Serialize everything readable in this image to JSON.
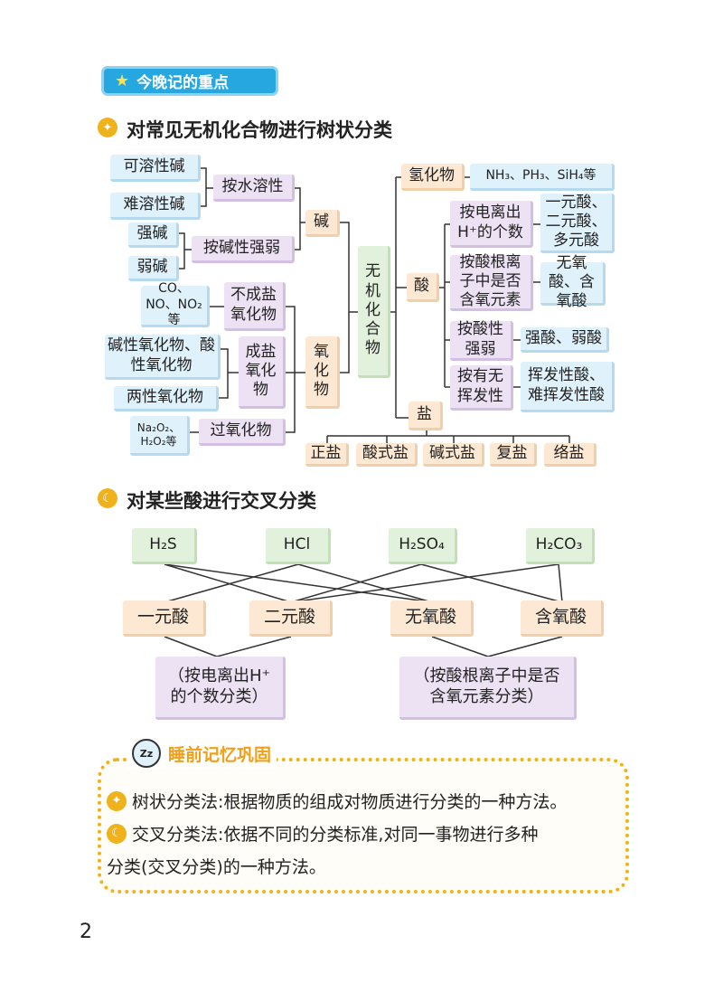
{
  "banner": {
    "label": "今晚记的重点"
  },
  "section1": {
    "heading": "对常见无机化合物进行树状分类",
    "root": "无机化合物",
    "base": {
      "label": "碱",
      "by_solubility": {
        "label": "按水溶性",
        "items": [
          "可溶性碱",
          "难溶性碱"
        ]
      },
      "by_strength": {
        "label": "按碱性强弱",
        "items": [
          "强碱",
          "弱碱"
        ]
      }
    },
    "oxide": {
      "label": "氧化物",
      "non_salt": {
        "label": "不成盐氧化物",
        "example": "CO、NO、NO₂等"
      },
      "salt": {
        "label": "成盐氧化物",
        "items": [
          "碱性氧化物、酸性氧化物",
          "两性氧化物"
        ]
      },
      "peroxide": {
        "label": "过氧化物",
        "example": "Na₂O₂、H₂O₂等"
      }
    },
    "hydride": {
      "label": "氢化物",
      "example": "NH₃、PH₃、SiH₄等"
    },
    "acid": {
      "label": "酸",
      "by_h": {
        "label": "按电离出H⁺的个数",
        "items": "一元酸、二元酸、多元酸"
      },
      "by_oxygen": {
        "label": "按酸根离子中是否含氧元素",
        "items": "无氧酸、含氧酸"
      },
      "by_strength": {
        "label": "按酸性强弱",
        "items": "强酸、弱酸"
      },
      "by_volatility": {
        "label": "按有无挥发性",
        "items": "挥发性酸、难挥发性酸"
      }
    },
    "salt": {
      "label": "盐",
      "items": [
        "正盐",
        "酸式盐",
        "碱式盐",
        "复盐",
        "络盐"
      ]
    }
  },
  "section2": {
    "heading": "对某些酸进行交叉分类",
    "acids": [
      "H₂S",
      "HCl",
      "H₂SO₄",
      "H₂CO₃"
    ],
    "classes": [
      "一元酸",
      "二元酸",
      "无氧酸",
      "含氧酸"
    ],
    "criteria": [
      "（按电离出H⁺的个数分类）",
      "（按酸根离子中是否含氧元素分类）"
    ]
  },
  "memo": {
    "title": "睡前记忆巩固",
    "line1": "树状分类法:根据物质的组成对物质进行分类的一种方法。",
    "line2": "交叉分类法:依据不同的分类标准,对同一事物进行多种",
    "line3": "分类(交叉分类)的一种方法。"
  },
  "page_number": "2",
  "colors": {
    "banner": "#27a7df",
    "accent": "#f0b21a",
    "blue_box": "#dff1fb",
    "purple_box": "#ede2f4",
    "peach_box": "#fde9d3",
    "green_box": "#e2f1dc"
  }
}
